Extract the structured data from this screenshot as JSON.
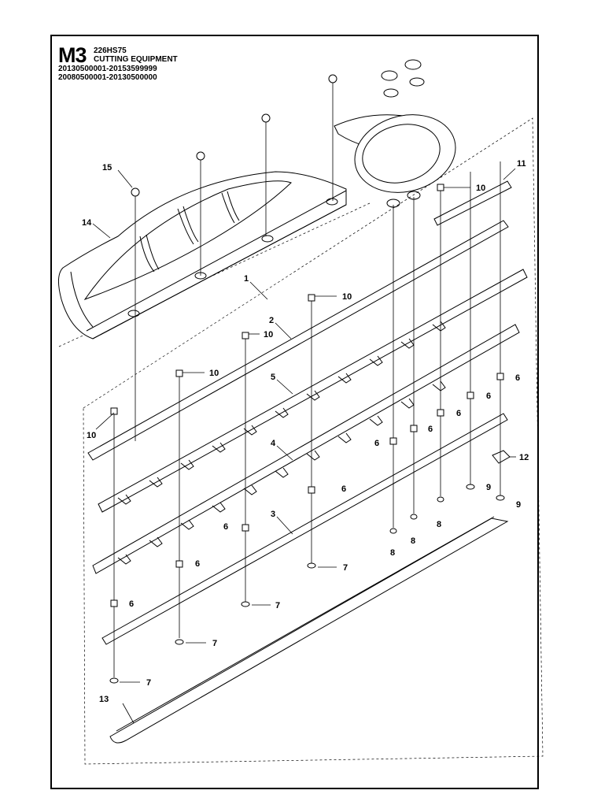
{
  "header": {
    "section_code": "M3",
    "model": "226HS75",
    "title": "CUTTING EQUIPMENT",
    "serial_range_1": "20130500001-20153599999",
    "serial_range_2": "20080500001-20130500000"
  },
  "callouts": [
    "1",
    "2",
    "3",
    "4",
    "5",
    "6",
    "7",
    "8",
    "9",
    "10",
    "11",
    "12",
    "13",
    "14",
    "15"
  ],
  "colors": {
    "line": "#000000",
    "background": "#ffffff"
  }
}
